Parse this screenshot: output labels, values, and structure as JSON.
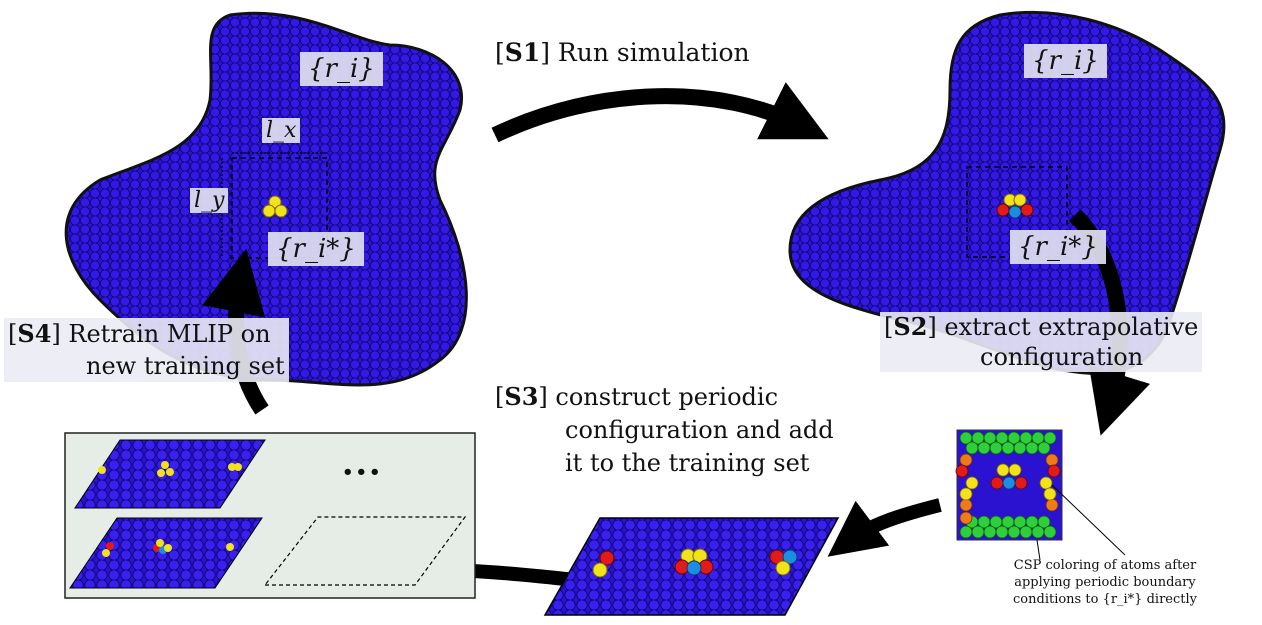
{
  "steps": {
    "s1": {
      "tag": "S1",
      "text": "Run simulation"
    },
    "s2": {
      "tag": "S2",
      "line1": "extract extrapolative",
      "line2": "configuration"
    },
    "s3": {
      "tag": "S3",
      "line1": "construct periodic",
      "line2": "configuration and add",
      "line3": "it to the training set"
    },
    "s4": {
      "tag": "S4",
      "line1": "Retrain MLIP on",
      "line2": "new training set"
    }
  },
  "symbols": {
    "r_set": "{r_i}",
    "r_star_set": "{r_i*}",
    "lx": "l_x",
    "ly": "l_y"
  },
  "ellipsis": "•••",
  "csp_caption": {
    "line1": "CSP coloring of atoms after",
    "line2": "applying periodic boundary",
    "line3": "conditions to {r_i*} directly"
  },
  "colors": {
    "atom_blue": "#2a12d0",
    "atom_yellow": "#f2e21a",
    "atom_red": "#e21a1a",
    "atom_cyan": "#1a8fe2",
    "atom_green": "#2ecf3a",
    "atom_orange": "#f07a1a",
    "panel_bg": "#e6ede6"
  }
}
